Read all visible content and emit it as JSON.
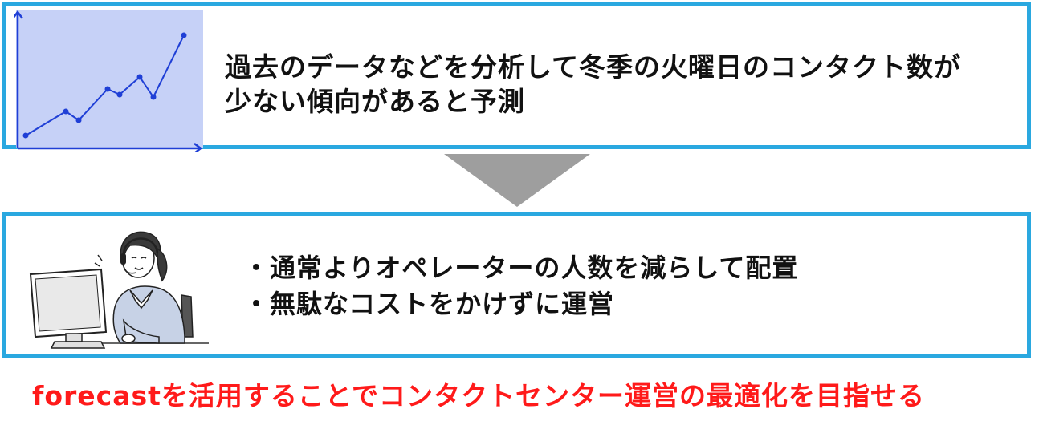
{
  "prediction": {
    "line1": "過去のデータなどを分析して冬季の火曜日のコンタクト数が",
    "line2": "少ない傾向があると予測"
  },
  "action": {
    "bullet1": "・通常よりオペレーターの人数を減らして配置",
    "bullet2": "・無駄なコストをかけずに運営"
  },
  "conclusion": "forecastを活用することでコンタクトセンター運営の最適化を目指せる",
  "colors": {
    "panel_border": "#2aa8e0",
    "chart_fill": "#c6d1f7",
    "chart_line": "#1f3fd6",
    "arrow": "#9e9e9e",
    "conclusion_text": "#ff1a1a"
  },
  "icons": {
    "chart": "line-chart-icon",
    "arrow": "down-arrow-icon",
    "operator": "call-center-operator-illustration"
  }
}
